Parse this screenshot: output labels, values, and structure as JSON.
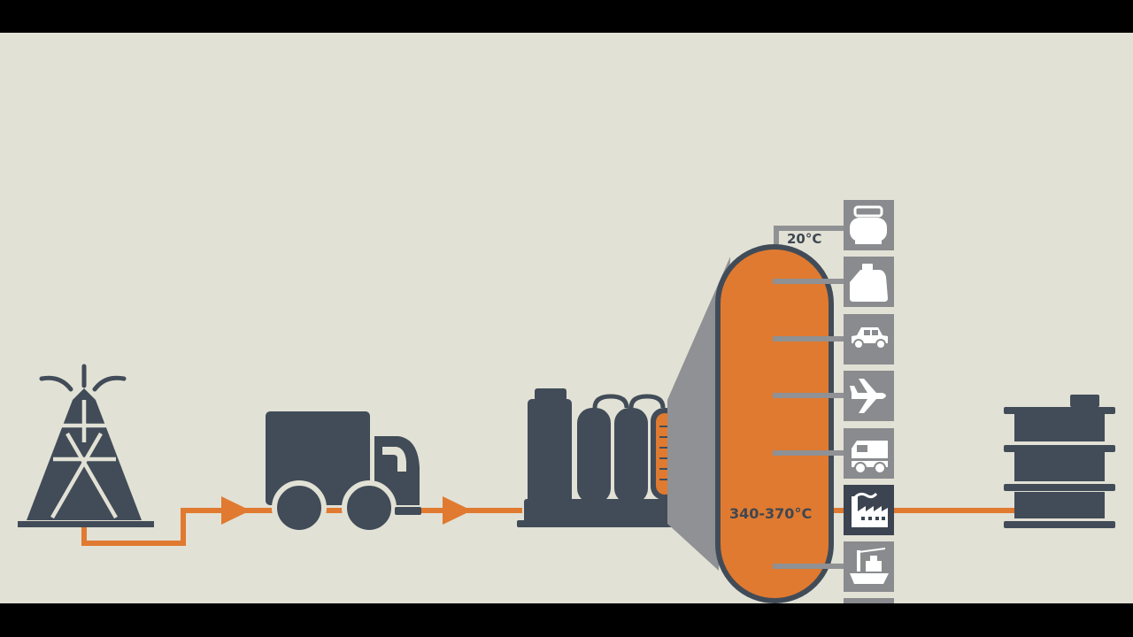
{
  "colors": {
    "background": "#e2e1d5",
    "letterbox": "#000000",
    "dark": "#414c58",
    "orange": "#e07a30",
    "grey": "#8f9194",
    "icon_box": "#8a8b8e",
    "icon_box_highlight": "#3b4450",
    "white": "#ffffff"
  },
  "labels": {
    "top_temperature": "20°C",
    "bottom_temperature": "340-370°C"
  },
  "process_steps": [
    "oil-derrick",
    "truck",
    "refinery",
    "distillation-column",
    "oil-barrels"
  ],
  "product_icons": [
    "propane-tank-icon",
    "jerrycan-icon",
    "car-icon",
    "airplane-icon",
    "truck-icon",
    "factory-icon",
    "ship-icon"
  ],
  "highlighted_product": "factory-icon"
}
